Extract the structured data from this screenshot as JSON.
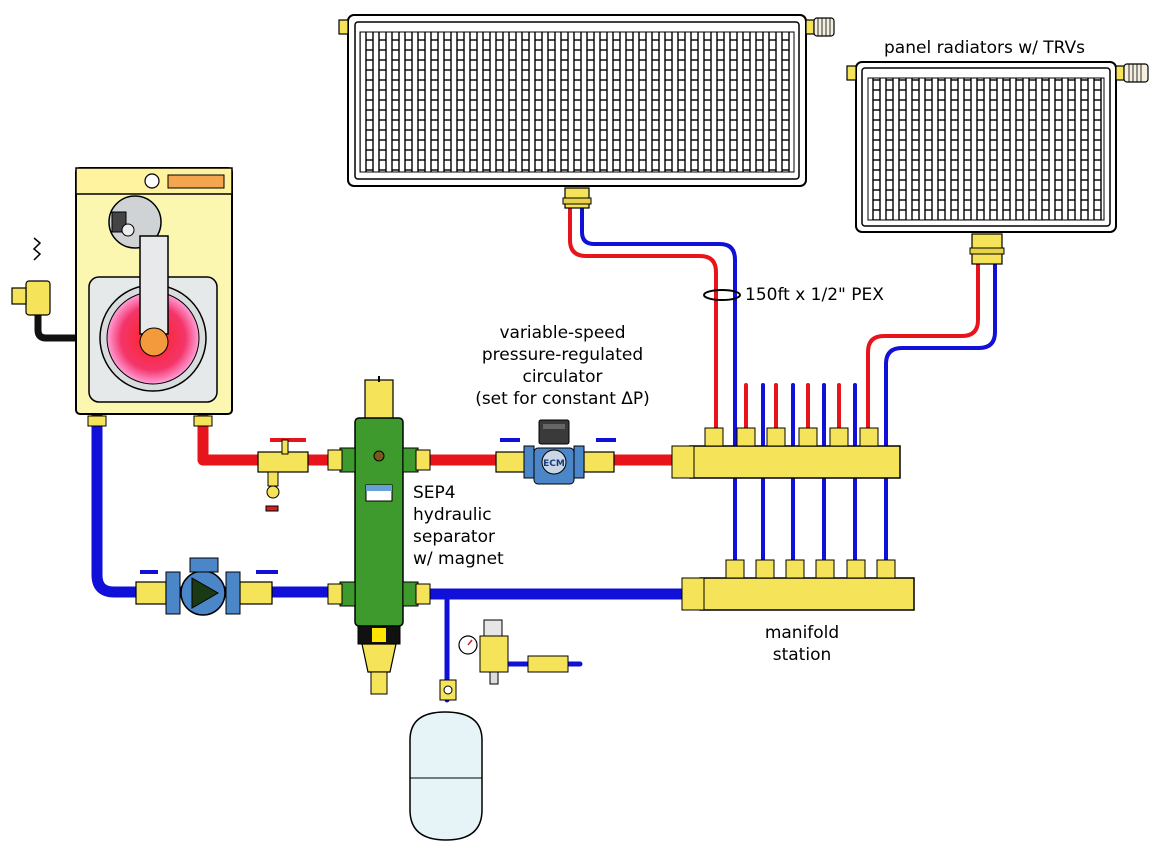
{
  "labels": {
    "radiators": "panel radiators w/ TRVs",
    "pex": "150ft x 1/2\" PEX",
    "circulator": [
      "variable-speed",
      "pressure-regulated",
      "circulator",
      "(set for constant ΔP)"
    ],
    "separator": [
      "SEP4",
      "hydraulic",
      "separator",
      "w/ magnet"
    ],
    "manifold": [
      "manifold",
      "station"
    ],
    "circulator_badge": "ECM"
  },
  "colors": {
    "supply": "#e8141b",
    "return": "#1010d8",
    "brass": "#f5e35a",
    "separator": "#3f9a2e",
    "boiler": "#fbf7b0",
    "tank": "#e6f4f7",
    "pump_body": "#4a86c8"
  }
}
